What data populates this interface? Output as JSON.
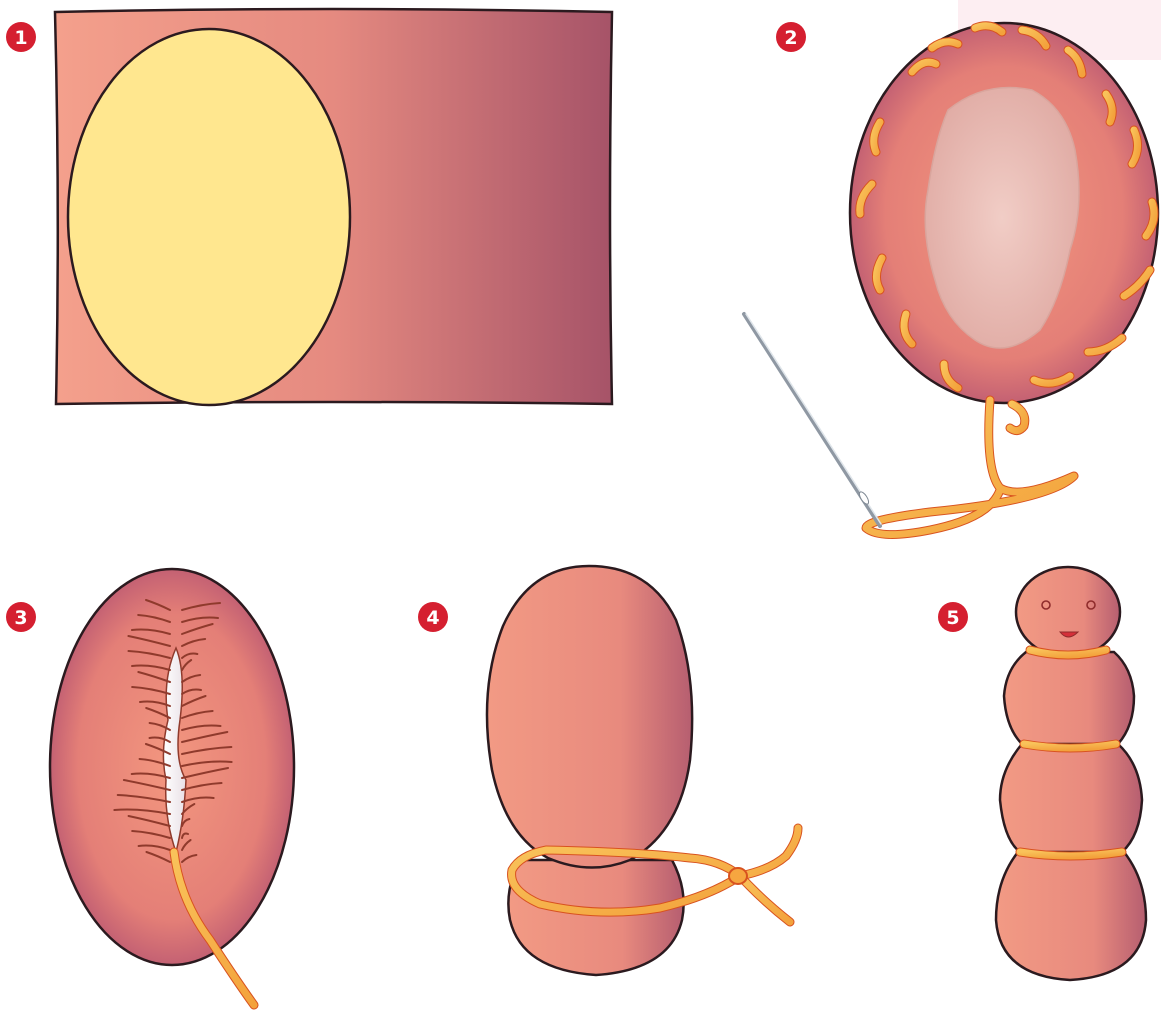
{
  "steps": [
    {
      "number": "1"
    },
    {
      "number": "2"
    },
    {
      "number": "3"
    },
    {
      "number": "4"
    },
    {
      "number": "5"
    }
  ],
  "colors": {
    "fabric_light": "#f39c86",
    "fabric_dark": "#a8576b",
    "oval_fill": "#ffe78f",
    "stuffing": "#ecc1ba",
    "thread_light": "#f8b64a",
    "thread_dark": "#e3602a",
    "badge_red": "#d51f30",
    "outline": "#2b1a1f"
  }
}
